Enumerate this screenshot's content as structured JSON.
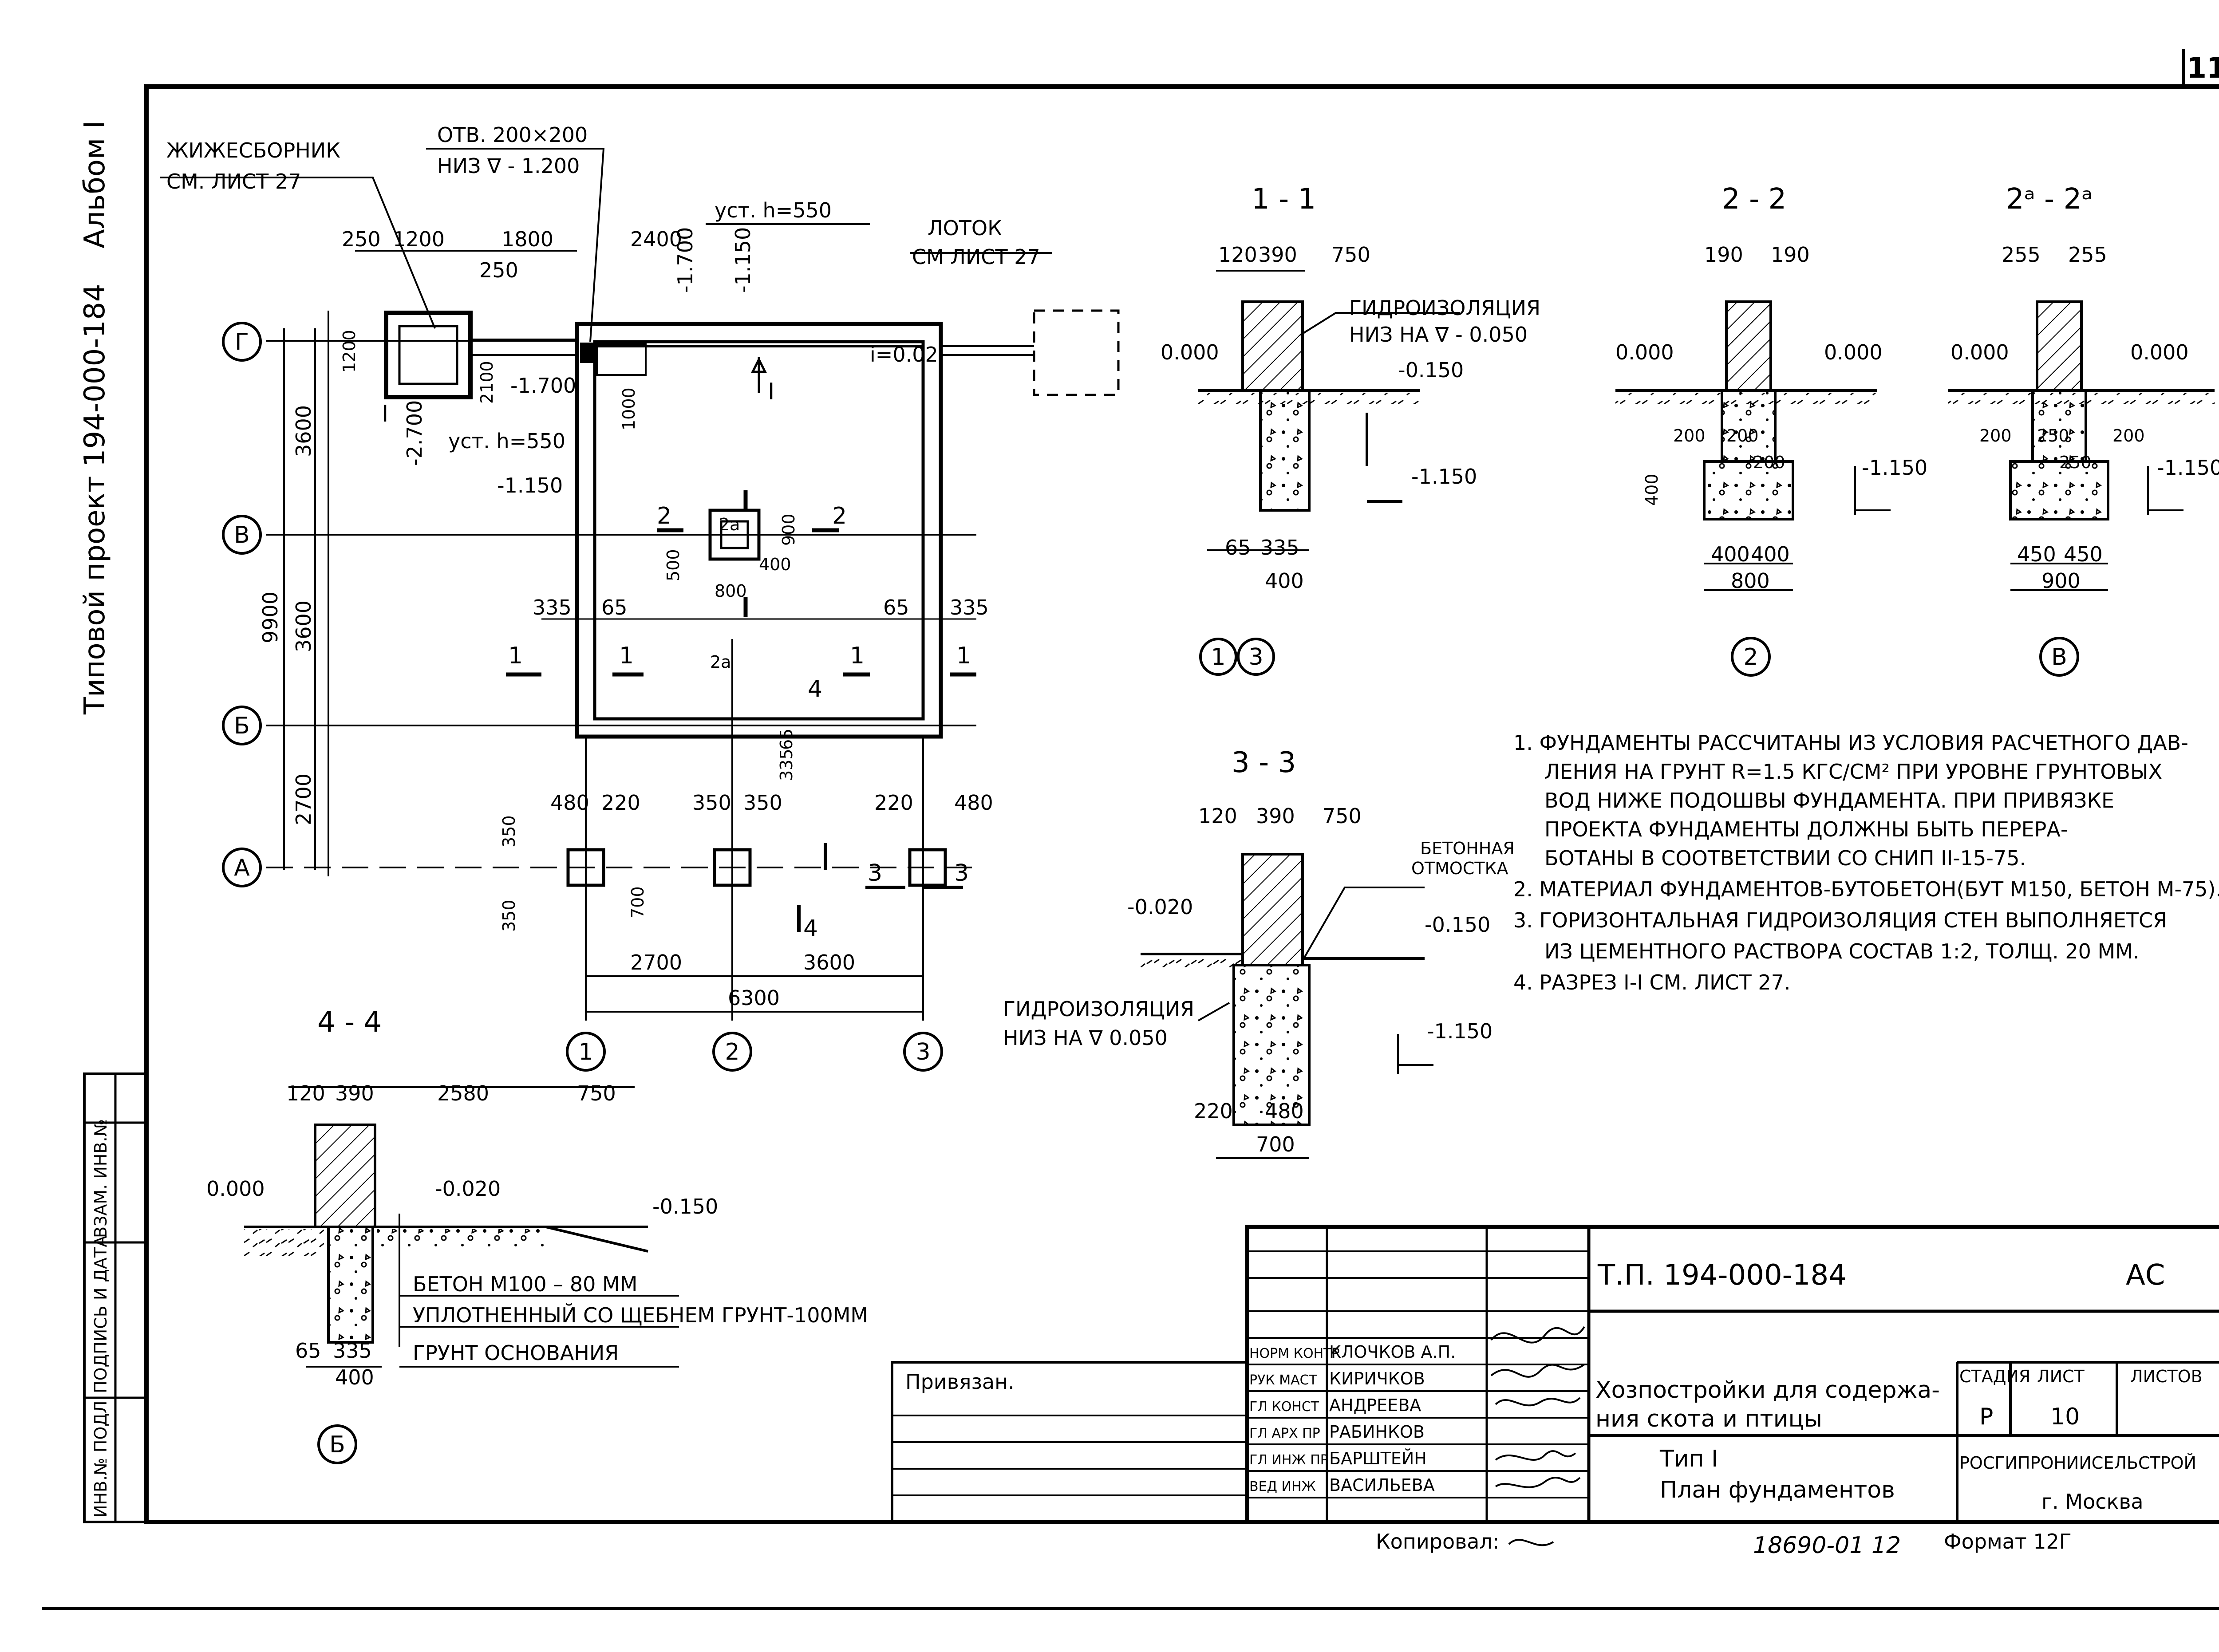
{
  "sheet": {
    "number": "11",
    "side_title": "Типовой проект 194-000-184",
    "album": "Альбом I"
  },
  "plan": {
    "callouts": {
      "collector": [
        "ЖИЖЕСБОРНИК",
        "СМ. ЛИСТ 27"
      ],
      "opening": [
        "ОТВ. 200×200",
        "НИЗ ∇ - 1.200"
      ],
      "tray": [
        "ЛОТОК",
        "СМ ЛИСТ 27"
      ],
      "inst_top": "уст. h=550",
      "inst_left": "уст. h=550",
      "slope": "i=0.02"
    },
    "levels": [
      "-2.700",
      "-1.700",
      "-1.150",
      "-1.700",
      "-1.150"
    ],
    "axes_rows": [
      "Г",
      "В",
      "Б",
      "А"
    ],
    "axes_cols": [
      "1",
      "2",
      "3"
    ],
    "dims_top": [
      "250",
      "1200",
      "1800",
      "250",
      "2400"
    ],
    "dims_left": [
      "3600",
      "9900",
      "3600",
      "2700"
    ],
    "dims_misc": [
      "1200",
      "2100",
      "1000",
      "335",
      "65",
      "65",
      "335",
      "500",
      "900",
      "800",
      "400",
      "65",
      "335",
      "480",
      "220",
      "350",
      "350",
      "220",
      "480",
      "350",
      "350",
      "700",
      "2700",
      "3600",
      "6300"
    ],
    "section_marks": [
      "1",
      "1",
      "1",
      "1",
      "2",
      "2",
      "2a",
      "2a",
      "3",
      "3",
      "4",
      "4",
      "I",
      "I"
    ]
  },
  "section_1_1": {
    "title": "1 - 1",
    "dims": [
      "120",
      "390",
      "750",
      "65",
      "335",
      "400"
    ],
    "levels": [
      "0.000",
      "-0.150",
      "-1.150"
    ],
    "callout": [
      "ГИДРОИЗОЛЯЦИЯ",
      "НИЗ НА ∇ - 0.050"
    ],
    "axes": [
      "1",
      "3"
    ]
  },
  "section_2_2": {
    "title": "2 - 2",
    "dims": [
      "190",
      "190",
      "200",
      "200",
      "200",
      "400",
      "400",
      "400",
      "800"
    ],
    "levels": [
      "0.000",
      "0.000",
      "-1.150"
    ],
    "axis": "2"
  },
  "section_2a_2a": {
    "title": "2ᵃ - 2ᵃ",
    "dims": [
      "255",
      "255",
      "200",
      "250",
      "200",
      "250",
      "450",
      "450",
      "900"
    ],
    "levels": [
      "0.000",
      "0.000",
      "-1.150"
    ],
    "axis": "В"
  },
  "section_3_3": {
    "title": "3 - 3",
    "dims": [
      "120",
      "390",
      "750",
      "220",
      "480",
      "700"
    ],
    "levels": [
      "-0.020",
      "-0.150",
      "-1.150"
    ],
    "callouts": [
      "БЕТОННАЯ",
      "ОТМОСТКА",
      "ГИДРОИЗОЛЯЦИЯ",
      "НИЗ НА ∇ 0.050"
    ]
  },
  "section_4_4": {
    "title": "4 - 4",
    "dims": [
      "120",
      "390",
      "2580",
      "750",
      "65",
      "335",
      "400"
    ],
    "levels": [
      "0.000",
      "-0.020",
      "-0.150"
    ],
    "layers": [
      "БЕТОН М100 – 80 ММ",
      "УПЛОТНЕННЫЙ СО ЩЕБНЕМ ГРУНТ-100ММ",
      "ГРУНТ ОСНОВАНИЯ"
    ],
    "axis": "Б"
  },
  "notes": [
    "1. ФУНДАМЕНТЫ РАССЧИТАНЫ ИЗ УСЛОВИЯ РАСЧЕТНОГО ДАВ-",
    "ЛЕНИЯ НА ГРУНТ R=1.5 КГС/СМ² ПРИ УРОВНЕ ГРУНТОВЫХ",
    "ВОД НИЖЕ ПОДОШВЫ ФУНДАМЕНТА. ПРИ ПРИВЯЗКЕ",
    "ПРОЕКТА ФУНДАМЕНТЫ ДОЛЖНЫ БЫТЬ ПЕРЕРА-",
    "БОТАНЫ В СООТВЕТСТВИИ СО СНИП II-15-75.",
    "2. МАТЕРИАЛ ФУНДАМЕНТОВ-БУТОБЕТОН(БУТ М150, БЕТОН М-75).",
    "3. ГОРИЗОНТАЛЬНАЯ ГИДРОИЗОЛЯЦИЯ СТЕН ВЫПОЛНЯЕТСЯ",
    "ИЗ ЦЕМЕНТНОГО РАСТВОРА СОСТАВ 1:2, ТОЛЩ. 20 ММ.",
    "4. РАЗРЕЗ I-I СМ. ЛИСТ 27."
  ],
  "title_block": {
    "code": "Т.П. 194-000-184",
    "mark": "АС",
    "description_1": "Хозпостройки для содержа-",
    "description_2": "ния скота и птицы",
    "type": "Тип I",
    "drawing": "План фундаментов",
    "stage_h": "СТАДИЯ",
    "sheet_h": "ЛИСТ",
    "sheets_h": "ЛИСТОВ",
    "stage": "Р",
    "sheet": "10",
    "org": "РОСГИПРОНИИСЕЛЬСТРОЙ",
    "city": "г. Москва",
    "linked": "Привязан.",
    "copied": "Копировал:",
    "inv_no": "18690-01 12",
    "format": "Формат 12Г",
    "roles": [
      "НОРМ КОНТР",
      "РУК МАСТ",
      "ГЛ КОНСТ",
      "ГЛ АРХ ПР",
      "ГЛ ИНЖ ПР",
      "ВЕД ИНЖ"
    ],
    "names": [
      "КЛОЧКОВ А.П.",
      "КИРИЧКОВ",
      "АНДРЕЕВА",
      "РАБИНКОВ",
      "БАРШТЕЙН",
      "ВАСИЛЬЕВА"
    ],
    "left_strip": [
      "ИНВ.№ ПОДЛ.",
      "ПОДПИСЬ И ДАТА",
      "ВЗАМ. ИНВ.№"
    ]
  }
}
